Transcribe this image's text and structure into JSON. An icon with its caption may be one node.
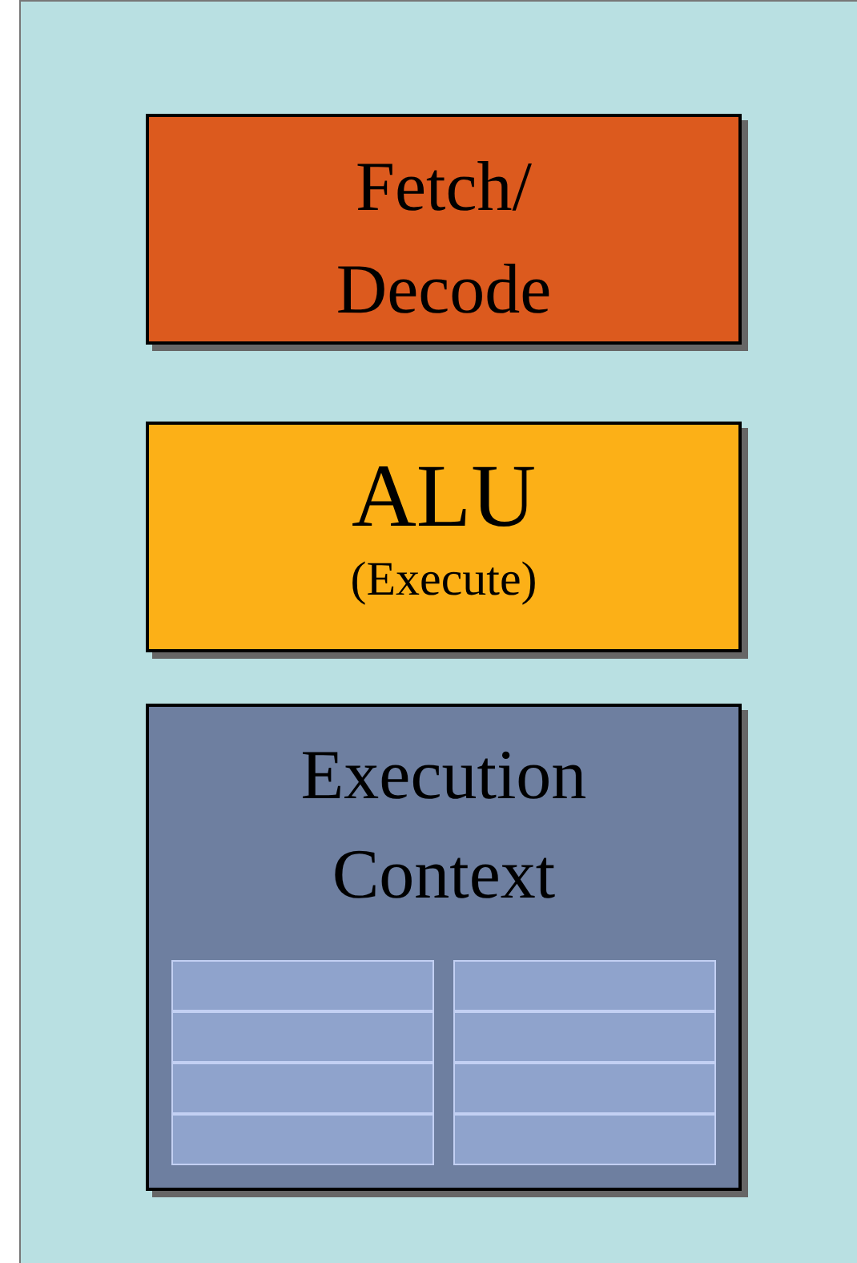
{
  "diagram": {
    "nodes": [
      {
        "text": [],
        "shape": "box"
      },
      {
        "text": [
          "Fetch/ Decode"
        ],
        "in": 0
      },
      {
        "text": [
          "ALU",
          "(Execute)"
        ],
        "in": 0
      },
      {
        "text": [
          "Execution Context"
        ],
        "in": 0
      },
      {
        "text": [],
        "shape": "box",
        "in": 3
      },
      {
        "text": [],
        "shape": "box",
        "in": 3
      },
      {
        "text": [],
        "shape": "box",
        "in": 3
      },
      {
        "text": [],
        "shape": "box",
        "in": 3
      },
      {
        "text": [],
        "shape": "box",
        "in": 3
      },
      {
        "text": [],
        "shape": "box",
        "in": 3
      },
      {
        "text": [],
        "shape": "box",
        "in": 3
      },
      {
        "text": [],
        "shape": "box",
        "in": 3
      }
    ]
  }
}
